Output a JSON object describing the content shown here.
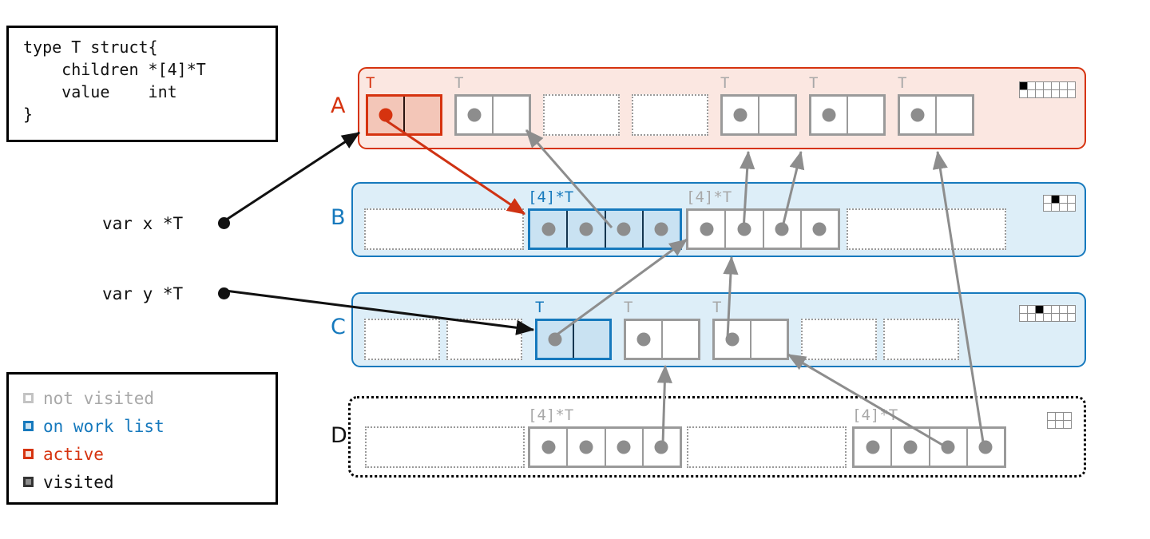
{
  "code_box": {
    "name": "type-declaration",
    "text": "type T struct{\n    children *[4]*T\n    value    int\n}"
  },
  "legend": {
    "title": "legend",
    "items": [
      {
        "label": "not visited",
        "color": "#a8a8a8",
        "fill": "#ffffff"
      },
      {
        "label": "on work list",
        "color": "#1679bd",
        "fill": "#c9e2f2"
      },
      {
        "label": "active",
        "color": "#d6330f",
        "fill": "#f3c6b8"
      },
      {
        "label": "visited",
        "color": "#333333",
        "fill": "#8d8d8d"
      }
    ]
  },
  "variables": [
    {
      "name": "var-x",
      "label": "var x *T"
    },
    {
      "name": "var-y",
      "label": "var y *T"
    }
  ],
  "arenas": [
    {
      "id": "A",
      "label": "A",
      "state": "active",
      "border_color": "#d6330f",
      "fill_color": "#fbe7e1",
      "label_color": "#d6330f",
      "border_style": "solid",
      "bitmap": {
        "cols": 7,
        "rows": 2,
        "filled": [
          0
        ]
      },
      "slots": [
        {
          "kind": "object",
          "variant": "red",
          "type_tag": "T",
          "tag_color": "#d6330f",
          "cells": 2,
          "dots": [
            0
          ]
        },
        {
          "kind": "object",
          "variant": "grey",
          "type_tag": "T",
          "tag_color": "#a8a8a8",
          "cells": 2,
          "dots": [
            0
          ]
        },
        {
          "kind": "empty"
        },
        {
          "kind": "empty"
        },
        {
          "kind": "object",
          "variant": "grey",
          "type_tag": "T",
          "tag_color": "#a8a8a8",
          "cells": 2,
          "dots": [
            0
          ]
        },
        {
          "kind": "object",
          "variant": "grey",
          "type_tag": "T",
          "tag_color": "#a8a8a8",
          "cells": 2,
          "dots": [
            0
          ]
        },
        {
          "kind": "object",
          "variant": "grey",
          "type_tag": "T",
          "tag_color": "#a8a8a8",
          "cells": 2,
          "dots": [
            0
          ]
        }
      ]
    },
    {
      "id": "B",
      "label": "B",
      "state": "on work list",
      "border_color": "#1679bd",
      "fill_color": "#ddeef8",
      "label_color": "#1679bd",
      "border_style": "solid",
      "bitmap": {
        "cols": 4,
        "rows": 2,
        "filled": [
          1
        ]
      },
      "slots": [
        {
          "kind": "empty-wide"
        },
        {
          "kind": "object",
          "variant": "blue",
          "type_tag": "[4]*T",
          "tag_color": "#1679bd",
          "cells": 4,
          "dots": [
            0,
            1,
            2,
            3
          ]
        },
        {
          "kind": "object",
          "variant": "grey",
          "type_tag": "[4]*T",
          "tag_color": "#a8a8a8",
          "cells": 4,
          "dots": [
            0,
            1,
            2,
            3
          ]
        },
        {
          "kind": "empty-wide"
        }
      ]
    },
    {
      "id": "C",
      "label": "C",
      "state": "on work list",
      "border_color": "#1679bd",
      "fill_color": "#ddeef8",
      "label_color": "#1679bd",
      "border_style": "solid",
      "bitmap": {
        "cols": 7,
        "rows": 2,
        "filled": [
          2
        ]
      },
      "slots": [
        {
          "kind": "empty"
        },
        {
          "kind": "empty"
        },
        {
          "kind": "object",
          "variant": "blue",
          "type_tag": "T",
          "tag_color": "#1679bd",
          "cells": 2,
          "dots": [
            0
          ]
        },
        {
          "kind": "object",
          "variant": "grey",
          "type_tag": "T",
          "tag_color": "#a8a8a8",
          "cells": 2,
          "dots": [
            0
          ]
        },
        {
          "kind": "object",
          "variant": "grey",
          "type_tag": "T",
          "tag_color": "#a8a8a8",
          "cells": 2,
          "dots": [
            0
          ]
        },
        {
          "kind": "empty"
        },
        {
          "kind": "empty"
        }
      ]
    },
    {
      "id": "D",
      "label": "D",
      "state": "not visited",
      "border_color": "#000000",
      "fill_color": "#ffffff",
      "label_color": "#111111",
      "border_style": "dotted",
      "bitmap": {
        "cols": 3,
        "rows": 2,
        "filled": []
      },
      "slots": [
        {
          "kind": "empty-wide"
        },
        {
          "kind": "object",
          "variant": "grey",
          "type_tag": "[4]*T",
          "tag_color": "#a8a8a8",
          "cells": 4,
          "dots": [
            0,
            1,
            2,
            3
          ]
        },
        {
          "kind": "empty-wide"
        },
        {
          "kind": "object",
          "variant": "grey",
          "type_tag": "[4]*T",
          "tag_color": "#a8a8a8",
          "cells": 4,
          "dots": [
            0,
            1,
            2,
            3
          ]
        }
      ]
    }
  ],
  "colors": {
    "active": "#d6330f",
    "work_list": "#1679bd",
    "not_visited": "#a8a8a8",
    "visited": "#8d8d8d",
    "pointer": "#111111"
  }
}
